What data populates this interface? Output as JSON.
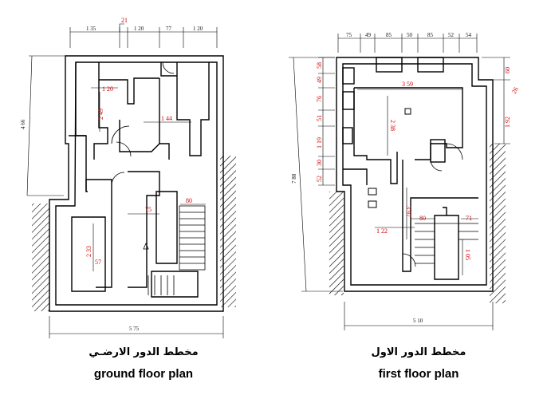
{
  "ground": {
    "title_ar": "مخطط الدور الارضـي",
    "title_en": "ground floor plan",
    "top_dims": [
      "1 35",
      "1 20",
      "77",
      "1 20"
    ],
    "top_small": "21",
    "left_dim": "4 66",
    "bottom_dim": "5 75",
    "red_labels": [
      "1 20",
      "2 49",
      "1 44",
      "75",
      "80",
      "2 33",
      "57"
    ]
  },
  "first": {
    "title_ar": "مخطط الدور الاول",
    "title_en": "first floor plan",
    "top_dims": [
      "75",
      "49",
      "85",
      "50",
      "85",
      "52",
      "54"
    ],
    "left_dims": [
      "58",
      "49",
      "76",
      "51",
      "1 19",
      "30",
      "52"
    ],
    "right_dims": [
      "60",
      "26",
      "1 92"
    ],
    "overall_left": "7 88",
    "bottom_dim": "5 10",
    "red_labels": [
      "3 59",
      "2 38",
      "3 97",
      "1 22",
      "80",
      "71",
      "1 05"
    ]
  }
}
